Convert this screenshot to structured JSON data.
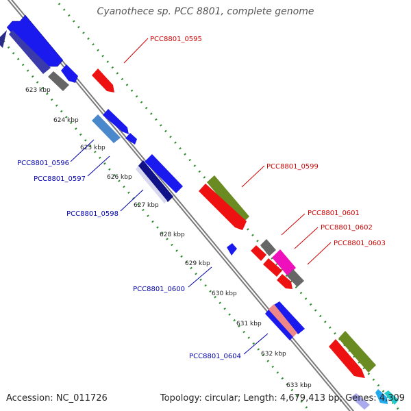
{
  "title": "Cyanothece sp. PCC 8801, complete genome",
  "footer": {
    "accession": "Accession: NC_011726",
    "summary": "Topology: circular; Length: 4,679,413 bp; Genes: 4,309"
  },
  "colors": {
    "forward_label": "#cc0000",
    "reverse_label": "#0000aa",
    "backbone": "#888888",
    "ticks": "#2a8a2a"
  },
  "kbp_labels": [
    "623 kbp",
    "624 kbp",
    "625 kbp",
    "626 kbp",
    "627 kbp",
    "628 kbp",
    "629 kbp",
    "630 kbp",
    "631 kbp",
    "632 kbp",
    "633 kbp"
  ],
  "gene_labels": {
    "g0595": "PCC8801_0595",
    "g0596": "PCC8801_0596",
    "g0597": "PCC8801_0597",
    "g0598": "PCC8801_0598",
    "g0599": "PCC8801_0599",
    "g0600": "PCC8801_0600",
    "g0601": "PCC8801_0601",
    "g0602": "PCC8801_0602",
    "g0603": "PCC8801_0603",
    "g0604": "PCC8801_0604"
  }
}
